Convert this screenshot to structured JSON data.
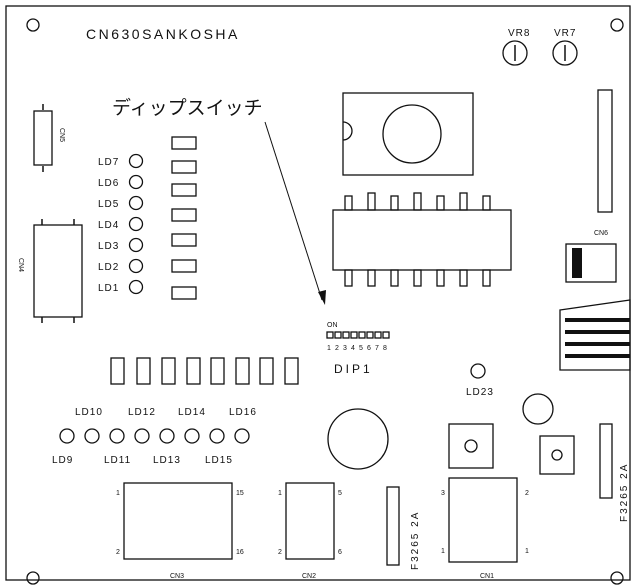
{
  "board": {
    "title": "CN630SANKOSHA",
    "callout": "ディップスイッチ",
    "dip_label": "DIP1",
    "dip_on": "ON",
    "dip_numbers": [
      "1",
      "2",
      "3",
      "4",
      "5",
      "6",
      "7",
      "8"
    ]
  },
  "leds_left": [
    "LD7",
    "LD6",
    "LD5",
    "LD4",
    "LD3",
    "LD2",
    "LD1"
  ],
  "leds_bottom_top": [
    "LD10",
    "LD12",
    "LD14",
    "LD16"
  ],
  "leds_bottom_bottom": [
    "LD9",
    "LD11",
    "LD13",
    "LD15"
  ],
  "led_right": "LD23",
  "pots": [
    "VR8",
    "VR7"
  ],
  "connectors": {
    "cn1": "CN1",
    "cn2": "CN2",
    "cn3": "CN3",
    "cn4": "CN4",
    "cn5": "CN5",
    "cn6": "CN6"
  },
  "pins": {
    "cn3_left_top": "1",
    "cn3_left_bottom": "2",
    "cn3_right_top": "15",
    "cn3_right_bottom": "16",
    "cn2_left_top": "1",
    "cn2_left_bottom": "2",
    "cn2_right_top": "5",
    "cn2_right_bottom": "6",
    "cn1_left_top": "3",
    "cn1_left_bottom": "1",
    "cn1_right_top": "2",
    "cn1_right_bottom": "1"
  },
  "fuses": [
    "F3265 2A",
    "F3265 2A"
  ]
}
